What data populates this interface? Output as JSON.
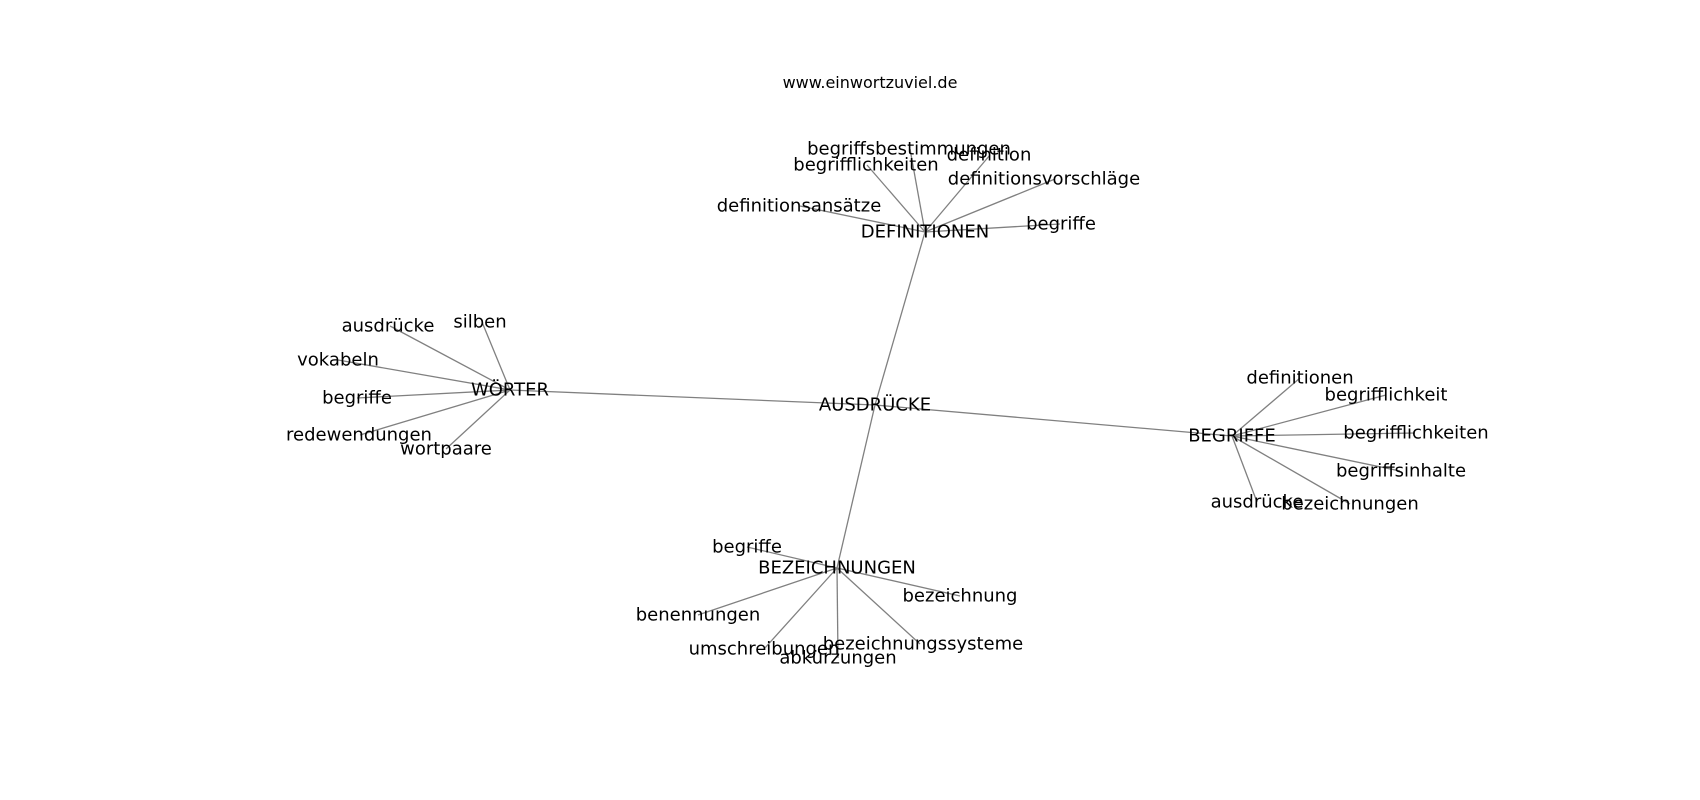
{
  "source": "www.einwortzuviel.de",
  "graph": {
    "center": "AUSDRÜCKE",
    "hubs": [
      {
        "label": "DEFINITIONEN",
        "leaves": [
          "begriffsbestimmungen",
          "definition",
          "begrifflichkeiten",
          "definitionsvorschläge",
          "definitionsansätze",
          "begriffe"
        ]
      },
      {
        "label": "WÖRTER",
        "leaves": [
          "silben",
          "ausdrücke",
          "vokabeln",
          "begriffe",
          "redewendungen",
          "wortpaare"
        ]
      },
      {
        "label": "BEGRIFFE",
        "leaves": [
          "definitionen",
          "begrifflichkeit",
          "begrifflichkeiten",
          "begriffsinhalte",
          "ausdrücke",
          "bezeichnungen"
        ]
      },
      {
        "label": "BEZEICHNUNGEN",
        "leaves": [
          "begriffe",
          "bezeichnung",
          "benennungen",
          "bezeichnungssysteme",
          "umschreibungen",
          "abkürzungen"
        ]
      }
    ]
  }
}
